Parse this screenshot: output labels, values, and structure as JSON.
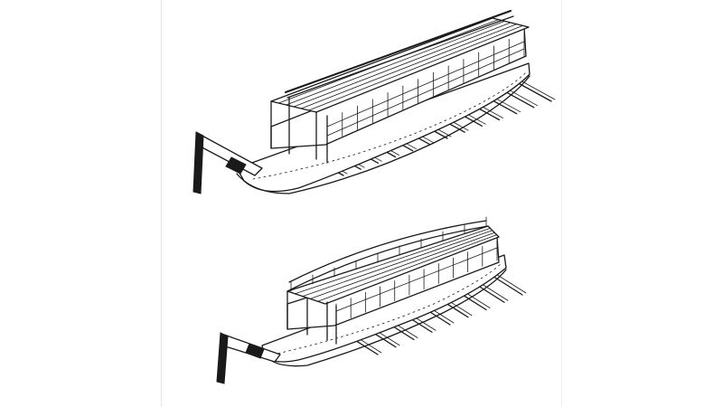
{
  "illustration": {
    "style": "pen-and-ink line drawing",
    "ink_color": "#1a1a1a",
    "paper_color": "#ffffff",
    "boats": [
      {
        "name": "upper-boat",
        "oar_count": 13
      },
      {
        "name": "lower-boat",
        "oar_count": 9
      }
    ]
  }
}
